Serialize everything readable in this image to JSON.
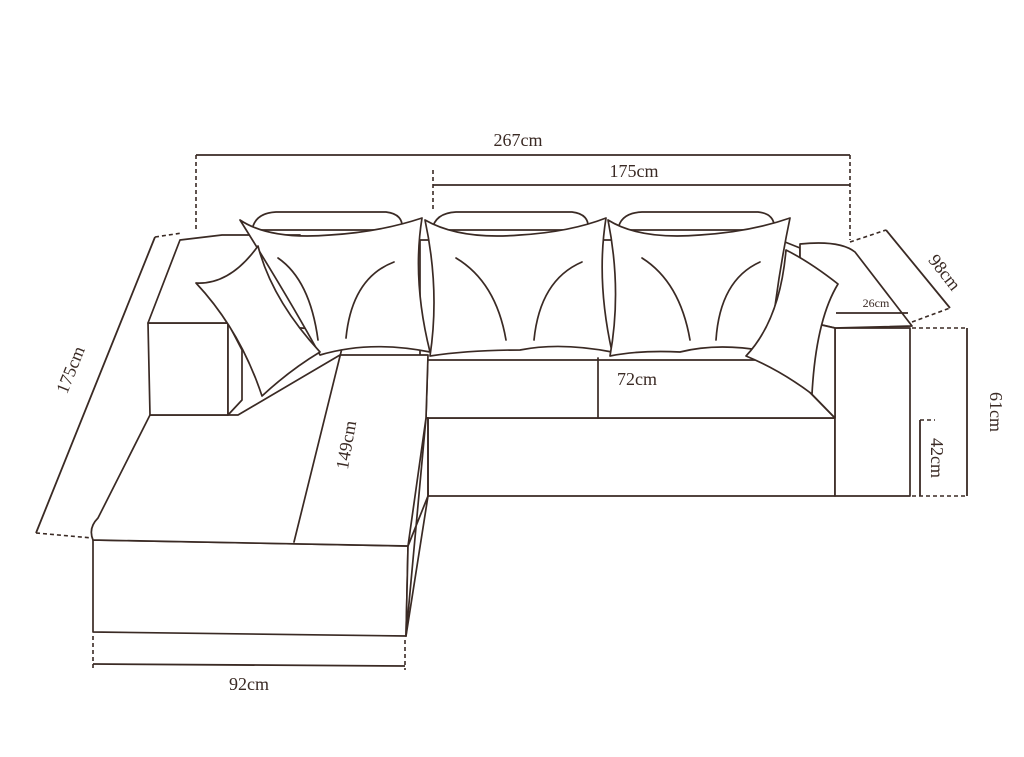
{
  "dimensions": {
    "total_width": "267cm",
    "main_seat_width": "175cm",
    "depth": "98cm",
    "arm_width": "26cm",
    "chaise_length_side": "175cm",
    "chaise_depth": "149cm",
    "seat_depth": "72cm",
    "back_height": "61cm",
    "seat_height": "42cm",
    "chaise_width": "92cm"
  },
  "colors": {
    "line": "#3a2a24",
    "background": "#ffffff"
  }
}
